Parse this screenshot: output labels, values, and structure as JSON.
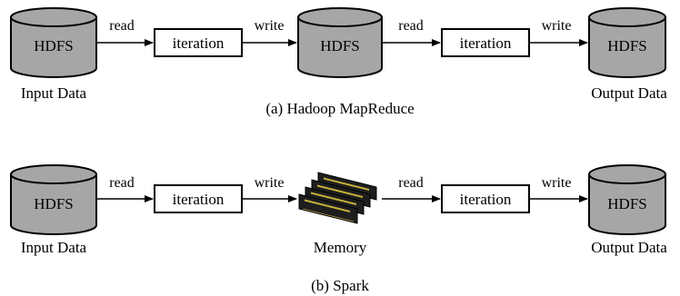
{
  "hadoop": {
    "caption": "(a) Hadoop MapReduce",
    "input_store": {
      "label": "HDFS",
      "caption": "Input Data"
    },
    "step1": {
      "edge_in": "read",
      "box": "iteration",
      "edge_out": "write"
    },
    "mid_store": {
      "label": "HDFS"
    },
    "step2": {
      "edge_in": "read",
      "box": "iteration",
      "edge_out": "write"
    },
    "output_store": {
      "label": "HDFS",
      "caption": "Output Data"
    }
  },
  "spark": {
    "caption": "(b) Spark",
    "input_store": {
      "label": "HDFS",
      "caption": "Input Data"
    },
    "step1": {
      "edge_in": "read",
      "box": "iteration",
      "edge_out": "write"
    },
    "memory": {
      "icon": "ram-modules-icon",
      "caption": "Memory"
    },
    "step2": {
      "edge_in": "read",
      "box": "iteration",
      "edge_out": "write"
    },
    "output_store": {
      "label": "HDFS",
      "caption": "Output Data"
    }
  },
  "colors": {
    "storage_fill": "#a6a6a6",
    "stroke": "#000000",
    "memory_dark": "#1e1e1e",
    "memory_accent": "#c9b33a"
  }
}
